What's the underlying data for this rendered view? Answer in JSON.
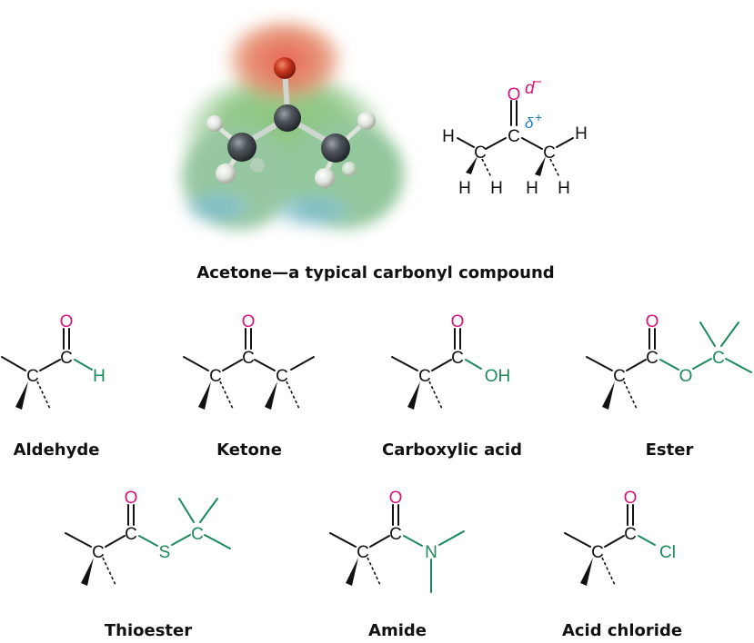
{
  "colors": {
    "oxygen": "#d4157a",
    "carbon": "#111111",
    "heteroatom": "#1a8a5a",
    "partial_positive": "#1c78b7"
  },
  "acetone": {
    "caption": "Acetone—a typical carbonyl compound",
    "model": "electrostatic-potential-map",
    "labels": {
      "O": "O",
      "delta_minus": "d",
      "minus": "−",
      "delta_plus": "δ",
      "plus": "+",
      "C_carbonyl": "C",
      "C_left": "C",
      "C_right": "C",
      "H": "H"
    }
  },
  "groups": [
    {
      "id": "aldehyde",
      "name": "Aldehyde",
      "O": "O",
      "C1": "C",
      "C2": "C",
      "X": "H"
    },
    {
      "id": "ketone",
      "name": "Ketone",
      "O": "O",
      "C1": "C",
      "C2": "C",
      "C3": "C"
    },
    {
      "id": "carboxylic-acid",
      "name": "Carboxylic acid",
      "O": "O",
      "C1": "C",
      "C2": "C",
      "X": "OH"
    },
    {
      "id": "ester",
      "name": "Ester",
      "O": "O",
      "C1": "C",
      "C2": "C",
      "X": "O",
      "C3": "C"
    },
    {
      "id": "thioester",
      "name": "Thioester",
      "O": "O",
      "C1": "C",
      "C2": "C",
      "X": "S",
      "C3": "C"
    },
    {
      "id": "amide",
      "name": "Amide",
      "O": "O",
      "C1": "C",
      "C2": "C",
      "X": "N"
    },
    {
      "id": "acid-chloride",
      "name": "Acid chloride",
      "O": "O",
      "C1": "C",
      "C2": "C",
      "X": "Cl"
    }
  ]
}
